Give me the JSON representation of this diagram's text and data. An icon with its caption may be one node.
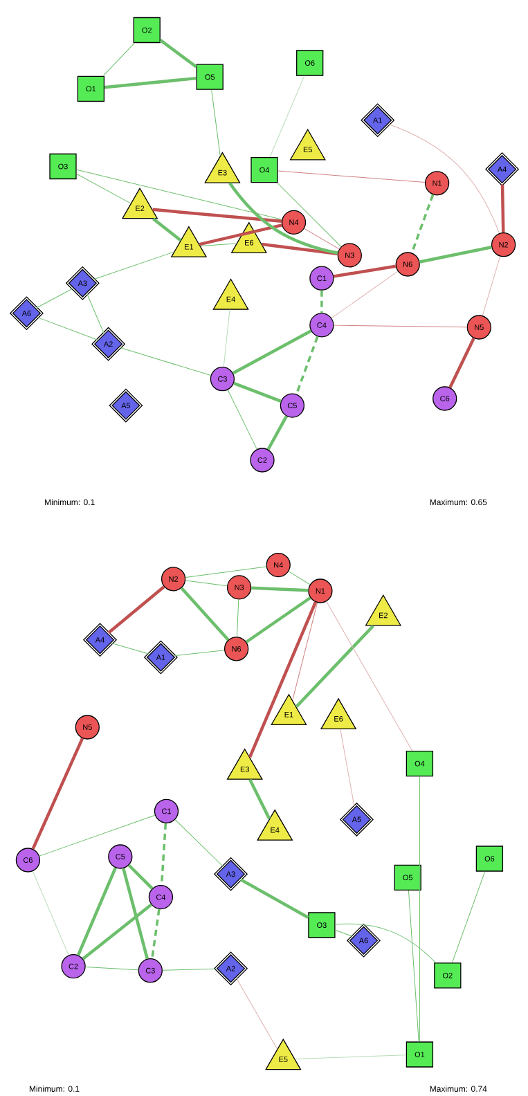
{
  "diagram": {
    "nodes": [
      {
        "text": [
          "O2"
        ]
      },
      {
        "text": [
          "O6"
        ]
      },
      {
        "text": [
          "O5"
        ]
      },
      {
        "text": [
          "O1"
        ]
      },
      {
        "text": [
          "A1"
        ]
      },
      {
        "text": [
          "E5"
        ]
      },
      {
        "text": [
          "O3"
        ]
      },
      {
        "text": [
          "O4"
        ]
      },
      {
        "text": [
          "A4"
        ]
      },
      {
        "text": [
          "E3"
        ]
      },
      {
        "text": [
          "N1"
        ]
      },
      {
        "text": [
          "E2"
        ]
      },
      {
        "text": [
          "N4"
        ]
      },
      {
        "text": [
          "E6"
        ]
      },
      {
        "text": [
          "N2"
        ]
      },
      {
        "text": [
          "E1"
        ]
      },
      {
        "text": [
          "N3"
        ]
      },
      {
        "text": [
          "N6"
        ]
      },
      {
        "text": [
          "C1"
        ]
      },
      {
        "text": [
          "A3"
        ]
      },
      {
        "text": [
          "E4"
        ]
      },
      {
        "text": [
          "A6"
        ]
      },
      {
        "text": [
          "C4"
        ]
      },
      {
        "text": [
          "N5"
        ]
      },
      {
        "text": [
          "A2"
        ]
      },
      {
        "text": [
          "C3"
        ]
      },
      {
        "text": [
          "C6"
        ]
      },
      {
        "text": [
          "C5"
        ]
      },
      {
        "text": [
          "A5"
        ]
      },
      {
        "text": [
          "C2"
        ]
      },
      {
        "text": [
          "N4"
        ]
      },
      {
        "text": [
          "N2"
        ]
      },
      {
        "text": [
          "N3"
        ]
      },
      {
        "text": [
          "N1"
        ]
      },
      {
        "text": [
          "E2"
        ]
      },
      {
        "text": [
          "A4"
        ]
      },
      {
        "text": [
          "N6"
        ]
      },
      {
        "text": [
          "A1"
        ]
      },
      {
        "text": [
          "E1"
        ]
      },
      {
        "text": [
          "E6"
        ]
      },
      {
        "text": [
          "N5"
        ]
      },
      {
        "text": [
          "O4"
        ]
      },
      {
        "text": [
          "E3"
        ]
      },
      {
        "text": [
          "C1"
        ]
      },
      {
        "text": [
          "A5"
        ]
      },
      {
        "text": [
          "E4"
        ]
      },
      {
        "text": [
          "O6"
        ]
      },
      {
        "text": [
          "C6"
        ]
      },
      {
        "text": [
          "C5"
        ]
      },
      {
        "text": [
          "A3"
        ]
      },
      {
        "text": [
          "O5"
        ]
      },
      {
        "text": [
          "C4"
        ]
      },
      {
        "text": [
          "O3"
        ]
      },
      {
        "text": [
          "A6"
        ]
      },
      {
        "text": [
          "C2"
        ]
      },
      {
        "text": [
          "C3"
        ]
      },
      {
        "text": [
          "A2"
        ]
      },
      {
        "text": [
          "O2"
        ]
      },
      {
        "text": [
          "O1"
        ]
      },
      {
        "text": [
          "E5"
        ]
      }
    ],
    "edges": [
      {
        "from": 3,
        "to": 2,
        "arrow": "none",
        "style": "thick"
      },
      {
        "from": 0,
        "to": 3,
        "arrow": "none"
      },
      {
        "from": 0,
        "to": 2,
        "arrow": "none",
        "style": "thick"
      },
      {
        "from": 11,
        "to": 12,
        "arrow": "none",
        "style": "thick",
        "color": "#c05050"
      },
      {
        "from": 15,
        "to": 12,
        "arrow": "none",
        "style": "thick",
        "color": "#c05050"
      },
      {
        "from": 11,
        "to": 15,
        "arrow": "none",
        "style": "thick"
      },
      {
        "from": 15,
        "to": 13,
        "arrow": "none"
      },
      {
        "from": 13,
        "to": 16,
        "arrow": "none",
        "style": "thick",
        "color": "#c05050"
      },
      {
        "from": 12,
        "to": 16,
        "arrow": "none",
        "color": "#d08080"
      },
      {
        "from": 9,
        "to": 16,
        "arrow": "none",
        "style": "thick"
      },
      {
        "from": 7,
        "to": 16,
        "arrow": "none"
      },
      {
        "from": 18,
        "to": 17,
        "arrow": "none",
        "style": "thick",
        "color": "#c05050"
      },
      {
        "from": 10,
        "to": 17,
        "arrow": "none",
        "style": "dashed"
      },
      {
        "from": 8,
        "to": 14,
        "arrow": "none",
        "style": "thick",
        "color": "#c05050"
      },
      {
        "from": 17,
        "to": 14,
        "arrow": "none",
        "style": "thick"
      },
      {
        "from": 23,
        "to": 26,
        "arrow": "none",
        "style": "thick",
        "color": "#c05050"
      },
      {
        "from": 18,
        "to": 22,
        "arrow": "none",
        "style": "dashed"
      },
      {
        "from": 22,
        "to": 25,
        "arrow": "none",
        "style": "thick"
      },
      {
        "from": 25,
        "to": 27,
        "arrow": "none",
        "style": "thick"
      },
      {
        "from": 27,
        "to": 29,
        "arrow": "none",
        "style": "thick"
      },
      {
        "from": 22,
        "to": 27,
        "arrow": "none",
        "style": "dashed"
      },
      {
        "from": 19,
        "to": 24,
        "arrow": "none"
      },
      {
        "from": 21,
        "to": 19,
        "arrow": "none"
      },
      {
        "from": 21,
        "to": 24,
        "arrow": "none"
      },
      {
        "from": 24,
        "to": 25,
        "arrow": "none"
      },
      {
        "from": 22,
        "to": 23,
        "arrow": "none",
        "color": "#d08080"
      },
      {
        "from": 6,
        "to": 12,
        "arrow": "none"
      },
      {
        "from": 7,
        "to": 10,
        "arrow": "none",
        "color": "#d08080"
      },
      {
        "from": 4,
        "to": 14,
        "arrow": "none",
        "color": "#e0b0b0"
      },
      {
        "from": 14,
        "to": 23,
        "arrow": "none",
        "color": "#e0b0b0"
      },
      {
        "from": 17,
        "to": 22,
        "arrow": "none",
        "color": "#e0b0b0"
      },
      {
        "from": 2,
        "to": 9,
        "arrow": "none"
      },
      {
        "from": 1,
        "to": 7,
        "arrow": "none",
        "color": "#b8dcb8"
      },
      {
        "from": 11,
        "to": 6,
        "arrow": "none"
      },
      {
        "from": 15,
        "to": 19,
        "arrow": "none"
      },
      {
        "from": 20,
        "to": 25,
        "arrow": "none",
        "color": "#b8dcb8"
      },
      {
        "from": 25,
        "to": 29,
        "arrow": "none"
      },
      {
        "from": 31,
        "to": 30,
        "arrow": "none"
      },
      {
        "from": 31,
        "to": 32,
        "arrow": "none"
      },
      {
        "from": 30,
        "to": 33,
        "arrow": "none"
      },
      {
        "from": 32,
        "to": 33,
        "arrow": "none",
        "style": "thick"
      },
      {
        "from": 31,
        "to": 35,
        "arrow": "none",
        "style": "thick",
        "color": "#c05050"
      },
      {
        "from": 31,
        "to": 36,
        "arrow": "none",
        "style": "thick"
      },
      {
        "from": 32,
        "to": 36,
        "arrow": "none"
      },
      {
        "from": 33,
        "to": 36,
        "arrow": "none",
        "style": "thick"
      },
      {
        "from": 33,
        "to": 42,
        "arrow": "none",
        "style": "thick",
        "color": "#c05050"
      },
      {
        "from": 33,
        "to": 38,
        "arrow": "none",
        "color": "#d08080"
      },
      {
        "from": 34,
        "to": 38,
        "arrow": "none",
        "style": "thick"
      },
      {
        "from": 40,
        "to": 47,
        "arrow": "none",
        "style": "thick",
        "color": "#c05050"
      },
      {
        "from": 43,
        "to": 51,
        "arrow": "none",
        "style": "dashed"
      },
      {
        "from": 48,
        "to": 51,
        "arrow": "none",
        "style": "thick"
      },
      {
        "from": 48,
        "to": 54,
        "arrow": "none",
        "style": "thick"
      },
      {
        "from": 48,
        "to": 55,
        "arrow": "none",
        "style": "thick"
      },
      {
        "from": 51,
        "to": 55,
        "arrow": "none",
        "style": "dashed"
      },
      {
        "from": 51,
        "to": 54,
        "arrow": "none",
        "style": "thick"
      },
      {
        "from": 54,
        "to": 55,
        "arrow": "none"
      },
      {
        "from": 49,
        "to": 52,
        "arrow": "none",
        "style": "thick"
      },
      {
        "from": 52,
        "to": 53,
        "arrow": "none"
      },
      {
        "from": 52,
        "to": 57,
        "arrow": "none"
      },
      {
        "from": 45,
        "to": 42,
        "arrow": "none",
        "style": "thick"
      },
      {
        "from": 37,
        "to": 36,
        "arrow": "none"
      },
      {
        "from": 35,
        "to": 37,
        "arrow": "none"
      },
      {
        "from": 47,
        "to": 43,
        "arrow": "none"
      },
      {
        "from": 41,
        "to": 58,
        "arrow": "none"
      },
      {
        "from": 46,
        "to": 57,
        "arrow": "none"
      },
      {
        "from": 50,
        "to": 58,
        "arrow": "none"
      },
      {
        "from": 56,
        "to": 59,
        "arrow": "none",
        "color": "#e0b0b0"
      },
      {
        "from": 58,
        "to": 59,
        "arrow": "none",
        "color": "#b8dcb8"
      },
      {
        "from": 43,
        "to": 49,
        "arrow": "none"
      },
      {
        "from": 44,
        "to": 39,
        "arrow": "none",
        "color": "#e0b0b0"
      },
      {
        "from": 41,
        "to": 33,
        "arrow": "none",
        "color": "#e0b0b0"
      },
      {
        "from": 47,
        "to": 54,
        "arrow": "none",
        "color": "#b8dcb8"
      },
      {
        "from": 56,
        "to": 55,
        "arrow": "none"
      }
    ],
    "labels": [
      "Minimum: 0.1",
      "Maximum: 0.65",
      "Minimum: 0.1",
      "Maximum: 0.74"
    ]
  }
}
